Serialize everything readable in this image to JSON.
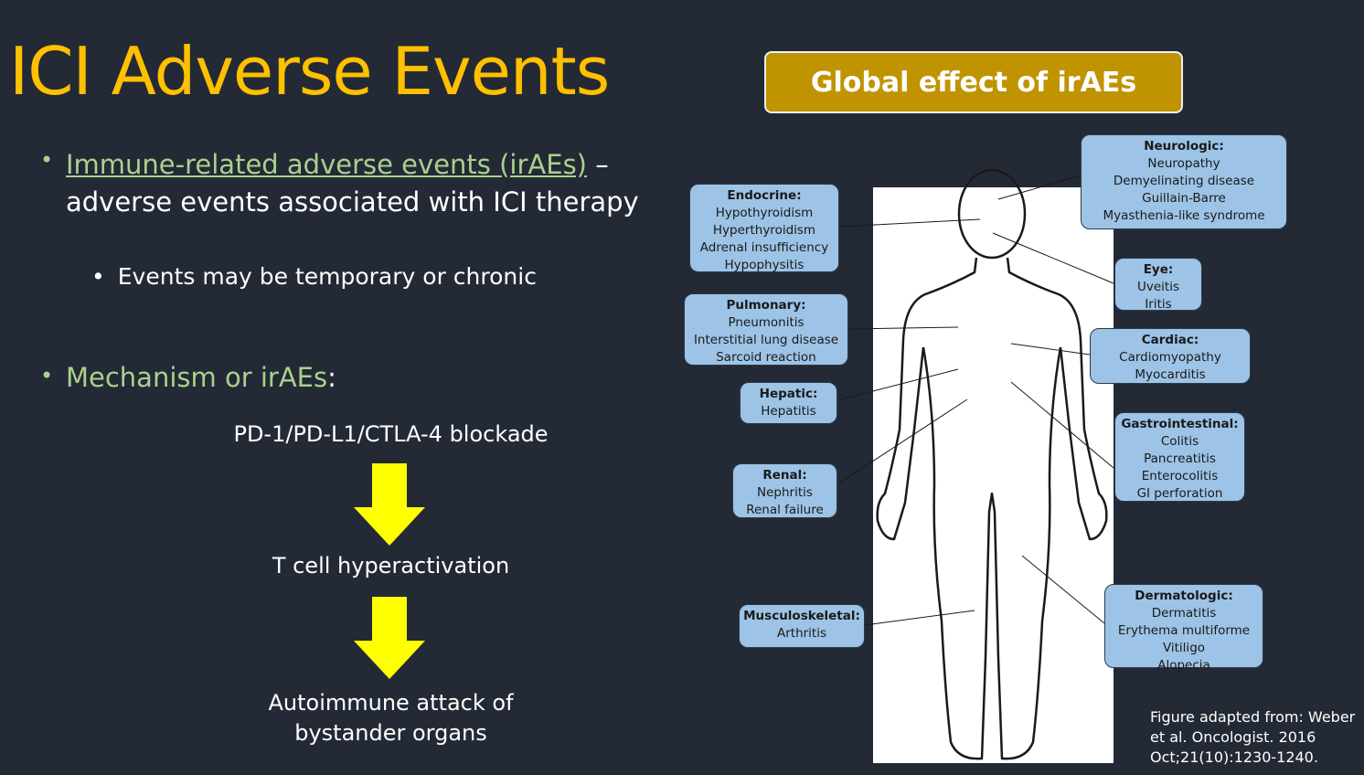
{
  "slide": {
    "title": "ICI Adverse Events",
    "bullet1": {
      "link_text": "Immune-related adverse events (irAEs)",
      "dash": " –",
      "rest": "adverse events associated with ICI therapy",
      "sub": "Events may be temporary or chronic"
    },
    "bullet2": {
      "green": "Mechanism or irAEs",
      "colon": ":"
    },
    "flow": [
      "PD-1/PD-L1/CTLA-4 blockade",
      "T cell hyperactivation",
      "Autoimmune attack of",
      "bystander organs"
    ],
    "bullet_glyph": "•",
    "caption": "Figure adapted from: Weber et al. Oncologist. 2016 Oct;21(10):1230-1240."
  },
  "diagram": {
    "header": "Global effect of irAEs",
    "boxes": [
      {
        "title": "Endocrine:",
        "items": [
          "Hypothyroidism",
          "Hyperthyroidism",
          "Adrenal insufficiency",
          "Hypophysitis"
        ]
      },
      {
        "title": "Neurologic:",
        "items": [
          "Neuropathy",
          "Demyelinating disease",
          "Guillain-Barre",
          "Myasthenia-like syndrome"
        ]
      },
      {
        "title": "Eye:",
        "items": [
          "Uveitis",
          "Iritis"
        ]
      },
      {
        "title": "Pulmonary:",
        "items": [
          "Pneumonitis",
          "Interstitial lung disease",
          "Sarcoid reaction"
        ]
      },
      {
        "title": "Cardiac:",
        "items": [
          "Cardiomyopathy",
          "Myocarditis"
        ]
      },
      {
        "title": "Hepatic:",
        "items": [
          "Hepatitis"
        ]
      },
      {
        "title": "Gastrointestinal:",
        "items": [
          "Colitis",
          "Pancreatitis",
          "Enterocolitis",
          "GI perforation"
        ]
      },
      {
        "title": "Renal:",
        "items": [
          "Nephritis",
          "Renal failure"
        ]
      },
      {
        "title": "Musculoskeletal:",
        "items": [
          "Arthritis"
        ]
      },
      {
        "title": "Dermatologic:",
        "items": [
          "Dermatitis",
          "Erythema multiforme",
          "Vitiligo",
          "Alopecia"
        ]
      }
    ]
  },
  "colors": {
    "background": "#232a35",
    "title": "#ffc000",
    "accent_green": "#a9d18e",
    "header_box": "#c09300",
    "organ_box": "#9dc3e6",
    "arrow": "#ffff00"
  }
}
